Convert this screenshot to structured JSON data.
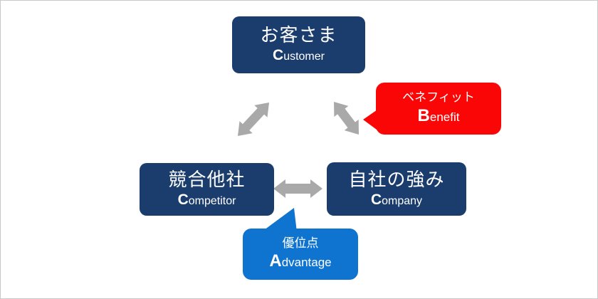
{
  "diagram": {
    "nodes": {
      "customer": {
        "jp": "お客さま",
        "en_initial": "C",
        "en_rest": "ustomer"
      },
      "competitor": {
        "jp": "競合他社",
        "en_initial": "C",
        "en_rest": "ompetitor"
      },
      "company": {
        "jp": "自社の強み",
        "en_initial": "C",
        "en_rest": "ompany"
      }
    },
    "callouts": {
      "benefit": {
        "jp": "ベネフィット",
        "en_initial": "B",
        "en_rest": "enefit",
        "points_at": "customer-company-arrow"
      },
      "advantage": {
        "jp": "優位点",
        "en_initial": "A",
        "en_rest": "dvantage",
        "points_at": "competitor-company-arrow"
      }
    },
    "arrows": [
      {
        "name": "customer-competitor",
        "bidirectional": true
      },
      {
        "name": "customer-company",
        "bidirectional": true
      },
      {
        "name": "competitor-company",
        "bidirectional": true
      }
    ],
    "colors": {
      "node_bg": "#1b3d6e",
      "benefit_bg": "#fb0606",
      "advantage_bg": "#0f73d0",
      "arrow": "#a9a9a9",
      "text": "#ffffff",
      "background": "#ffffff",
      "border": "#c9c9c9"
    }
  }
}
